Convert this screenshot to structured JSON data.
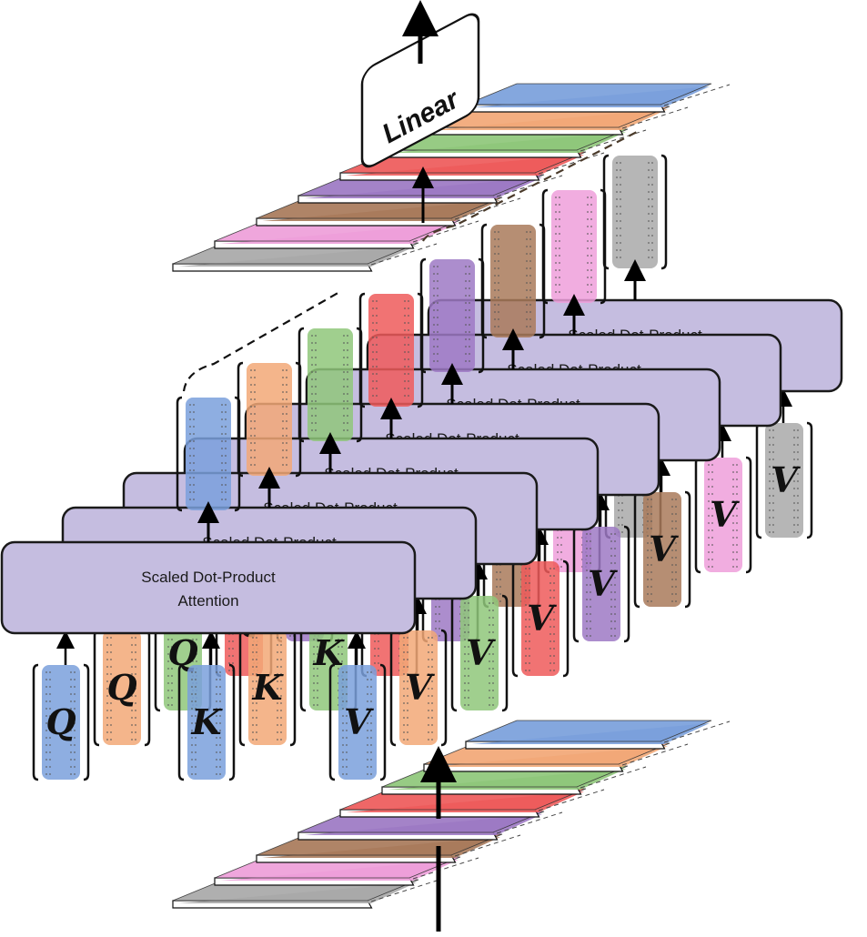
{
  "diagram": {
    "attention_label_line1": "Scaled Dot-Product",
    "attention_label_line2": "Attention",
    "linear_label": "Linear",
    "query_label": "Q",
    "key_label": "K",
    "value_label": "V",
    "head_count": 8,
    "colors": {
      "block_fill": "#c5bde0",
      "block_stroke": "#1a1a1a",
      "heads": [
        "#7aa0dc",
        "#f2a877",
        "#8fc77a",
        "#ee5b5b",
        "#9d79c4",
        "#a97a5b",
        "#ee9fda",
        "#a9a9a9"
      ]
    }
  }
}
